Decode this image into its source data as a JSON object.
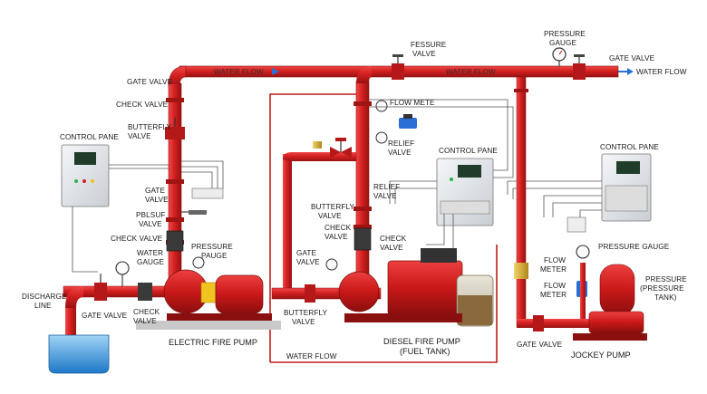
{
  "labels": {
    "gate_valve_top": "GATE VALVE",
    "check_valve_top": "CHECK VALVE",
    "butterfly_valve_top_1": "BUTTERFLY",
    "butterfly_valve_top_2": "VALVE",
    "control_panel_left": "CONTROL PANE",
    "gate_valve_mid_1": "GATE",
    "gate_valve_mid_2": "VALVE",
    "pressure_switch_1": "PBLSUF",
    "pressure_switch_2": "VALVE",
    "check_valve_mid": "CHECK VALVE",
    "water_gauge_1": "WATER",
    "water_gauge_2": "GAUGE",
    "pressure_gauge_ep_1": "PRESSURE",
    "pressure_gauge_ep_2": "PAUGE",
    "discharge_line_1": "DISCHARGE",
    "discharge_line_2": "LINE",
    "gate_valve_bottom": "GATE VALVE",
    "check_valve_bottom_1": "CHECK",
    "check_valve_bottom_2": "VALVE",
    "electric_fire_pump": "ELECTRIC FIRE PUMP",
    "water_flow_top_left": "WATER FLOW",
    "water_flow_top_mid": "WATER FLOW",
    "water_flow_outlet": "WATER FLOW",
    "pressure_valve_1": "FESSURE",
    "pressure_valve_2": "VALVE",
    "pressure_gauge_top_1": "PRESSURE",
    "pressure_gauge_top_2": "GAUGE",
    "gate_valve_top_right": "GATE VALVE",
    "flow_meter_top": "FLOW METE",
    "relief_valve_1_a": "RELIEF",
    "relief_valve_1_b": "VALVE",
    "control_panel_mid": "CONTROL PANE",
    "relief_valve_2_a": "RELIEF",
    "relief_valve_2_b": "VALVE",
    "butterfly_valve_mid_1": "BUTTERFLY",
    "butterfly_valve_mid_2": "VALVE",
    "check_valve_diesel_1_a": "CHECK",
    "check_valve_diesel_1_b": "VALVE",
    "check_valve_diesel_2_a": "CHECK",
    "check_valve_diesel_2_b": "VALVE",
    "gate_valve_diesel_1": "GATE",
    "gate_valve_diesel_2": "VALVE",
    "butterfly_valve_low_1": "BUTTERFLY",
    "butterfly_valve_low_2": "VALVE",
    "water_flow_bottom": "WATER FLOW",
    "diesel_fire_pump_1": "DIESEL FIRE PUMP",
    "diesel_fire_pump_2": "(FUEL TANK)",
    "control_panel_right": "CONTROL PANE",
    "pressure_gauge_right": "PRESSURE GAUGE",
    "flow_meter_right_1_a": "FLOW",
    "flow_meter_right_1_b": "METER",
    "flow_meter_right_2_a": "FLOW",
    "flow_meter_right_2_b": "METER",
    "pressure_tank_1": "PRESSURE",
    "pressure_tank_2": "(PRESSURE",
    "pressure_tank_3": "TANK)",
    "gate_valve_jockey": "GATE VALVE",
    "jockey_pump": "JOCKEY PUMP"
  },
  "colors": {
    "pipe": "#d42020",
    "pipe_dark": "#8a1010",
    "panel": "#e9ecef",
    "display": "#1f3d2a",
    "water": "#2a8fd6",
    "arrow": "#2a6fd6"
  }
}
